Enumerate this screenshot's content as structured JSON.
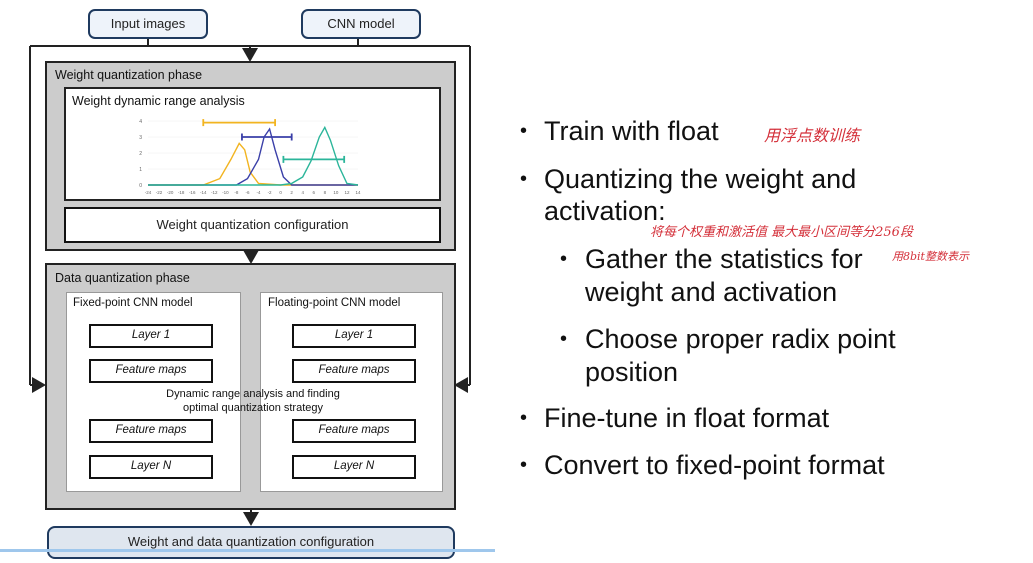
{
  "diagram": {
    "input_images": "Input images",
    "cnn_model": "CNN model",
    "weight_phase": {
      "title": "Weight quantization phase",
      "analysis_title": "Weight dynamic range analysis",
      "config_label": "Weight quantization configuration",
      "y_ticks": [
        "4",
        "3",
        "2",
        "1",
        "0"
      ],
      "x_ticks": [
        "-24",
        "-22",
        "-20",
        "-18",
        "-16",
        "-14",
        "-12",
        "-10",
        "-8",
        "-6",
        "-4",
        "-2",
        "0",
        "2",
        "4",
        "6",
        "8",
        "10",
        "12",
        "14"
      ],
      "colors": {
        "yellow": "#f2b420",
        "navy": "#3a3fa8",
        "teal": "#2bb59a"
      }
    },
    "data_phase": {
      "title": "Data quantization phase",
      "fixed_title": "Fixed-point CNN model",
      "float_title": "Floating-point CNN model",
      "layer1": "Layer 1",
      "feature_maps": "Feature maps",
      "layerN": "Layer N",
      "dr_line1": "Dynamic range  analysis and finding",
      "dr_line2": "optimal quantization strategy"
    },
    "bottom_label": "Weight and data quantization configuration"
  },
  "bullets": {
    "b1": "Train with float",
    "b2_line1": "Quantizing the weight and",
    "b2_line2": "activation:",
    "b3_line1": "Gather the statistics for",
    "b3_line2": "weight and activation",
    "b4_line1": "Choose proper radix point",
    "b4_line2": "position",
    "b5": "Fine-tune in float format",
    "b6": "Convert to fixed-point format"
  },
  "annotations": {
    "note1": "用浮点数训练",
    "note2": "将每个权重和激活值 最大最小区间等分256段",
    "note3": "用8bit整数表示"
  }
}
